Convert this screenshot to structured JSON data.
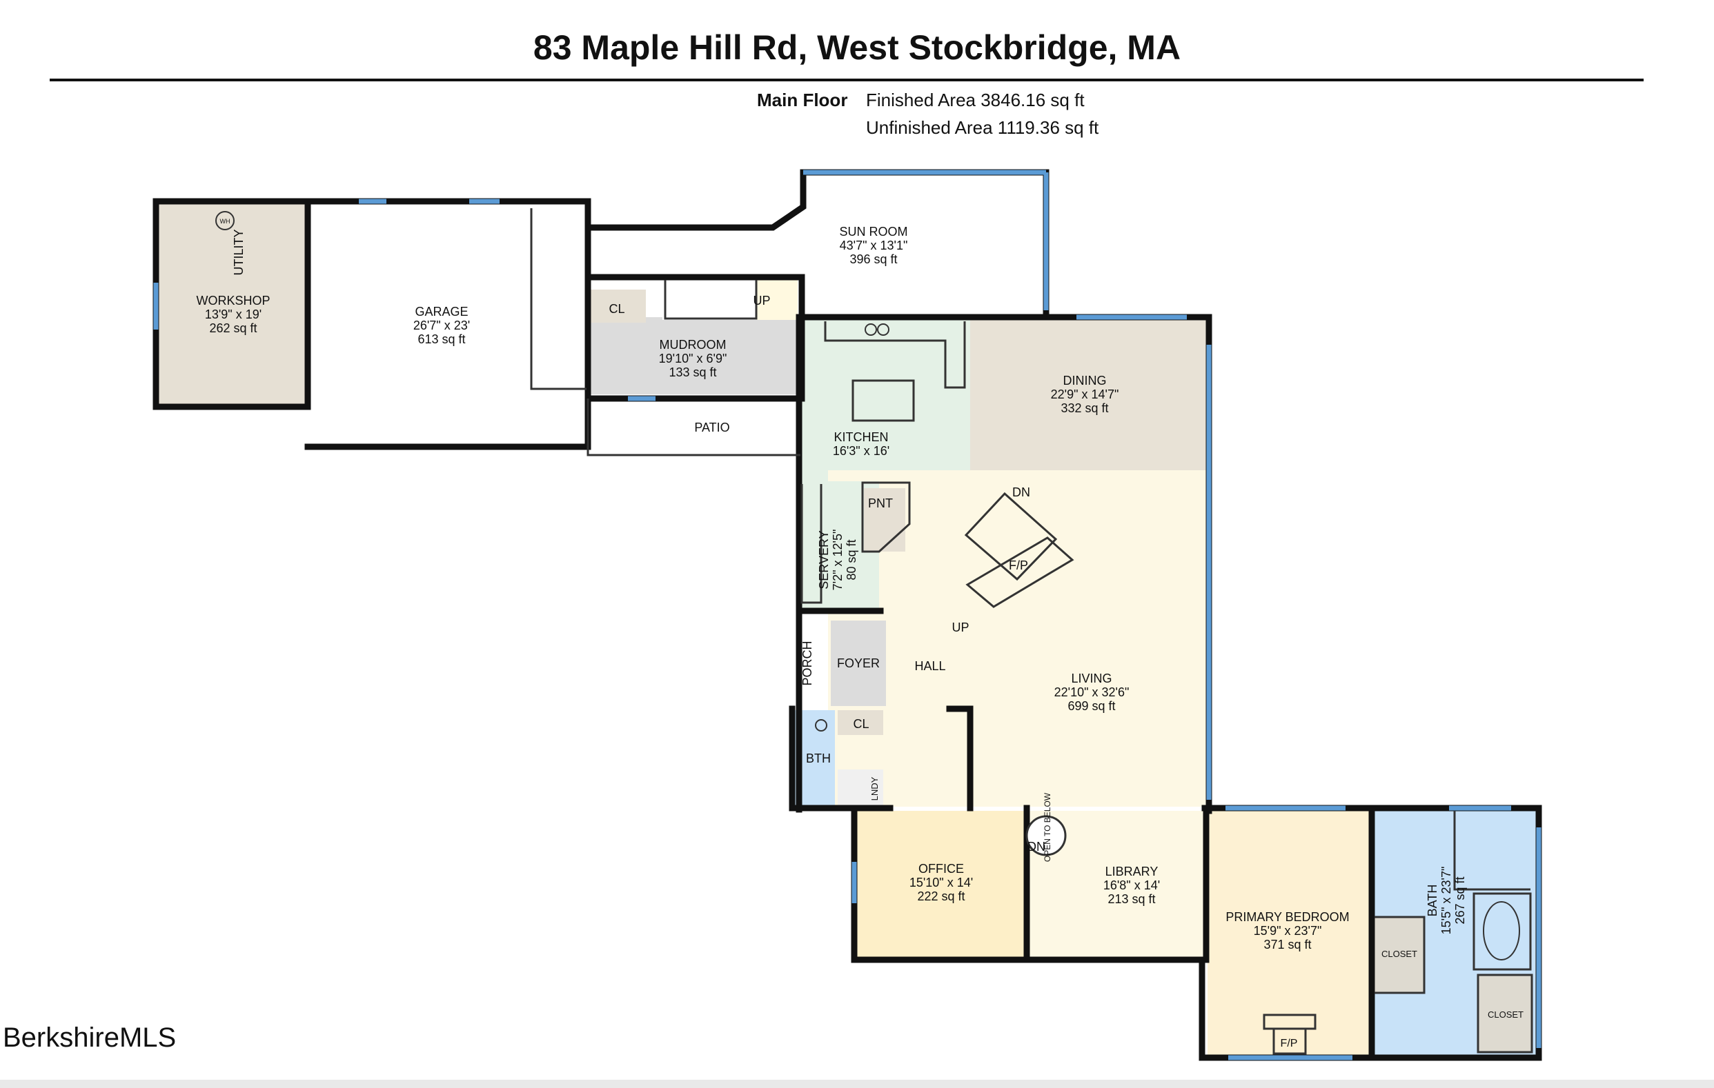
{
  "header": {
    "title": "83 Maple Hill Rd, West Stockbridge, MA"
  },
  "floor_info": {
    "floor_label": "Main Floor",
    "finished_area": "Finished Area 3846.16 sq ft",
    "unfinished_area": "Unfinished Area 1119.36 sq ft"
  },
  "rooms": {
    "workshop": {
      "name": "WORKSHOP",
      "dims": "13'9\" x 19'",
      "area": "262 sq ft"
    },
    "utility": {
      "name": "UTILITY"
    },
    "garage": {
      "name": "GARAGE",
      "dims": "26'7\" x 23'",
      "area": "613 sq ft"
    },
    "sunroom": {
      "name": "SUN ROOM",
      "dims": "43'7\" x 13'1\"",
      "area": "396 sq ft"
    },
    "mudroom": {
      "name": "MUDROOM",
      "dims": "19'10\" x 6'9\"",
      "area": "133 sq ft"
    },
    "patio": {
      "name": "PATIO"
    },
    "kitchen": {
      "name": "KITCHEN",
      "dims": "16'3\" x 16'"
    },
    "dining": {
      "name": "DINING",
      "dims": "22'9\" x 14'7\"",
      "area": "332 sq ft"
    },
    "servery": {
      "name": "SERVERY",
      "dims": "7'2\" x 12'5\"",
      "area": "80 sq ft"
    },
    "pantry": {
      "name": "PNT"
    },
    "porch": {
      "name": "PORCH"
    },
    "foyer": {
      "name": "FOYER"
    },
    "hall": {
      "name": "HALL"
    },
    "living": {
      "name": "LIVING",
      "dims": "22'10\" x 32'6\"",
      "area": "699 sq ft"
    },
    "bath_small": {
      "name": "BTH"
    },
    "closet_hall": {
      "name": "CL"
    },
    "laundry": {
      "name": "LNDY"
    },
    "office": {
      "name": "OFFICE",
      "dims": "15'10\" x 14'",
      "area": "222 sq ft"
    },
    "library": {
      "name": "LIBRARY",
      "dims": "16'8\" x 14'",
      "area": "213 sq ft"
    },
    "primary_bedroom": {
      "name": "PRIMARY BEDROOM",
      "dims": "15'9\" x 23'7\"",
      "area": "371 sq ft"
    },
    "primary_bath": {
      "name": "BATH",
      "dims": "15'5\" x 23'7\"",
      "area": "267 sq ft"
    },
    "closet_a": {
      "name": "CLOSET"
    },
    "closet_b": {
      "name": "CLOSET"
    },
    "closet_mud": {
      "name": "CL"
    }
  },
  "markers": {
    "up_mudroom": "UP",
    "dn_stair": "DN",
    "up_stair": "UP",
    "fireplace_living": "F/P",
    "fireplace_bedroom": "F/P",
    "open_to_below": "OPEN TO BELOW",
    "dn_spiral": "DN",
    "water_heater": "WH"
  },
  "watermark": {
    "text": "BerkshireMLS"
  },
  "colors": {
    "wall": "#111111",
    "window": "#5b9bd5",
    "workshop_fill": "#e6e0d4",
    "mudroom_fill": "#dcdcdc",
    "kitchen_fill": "#e4f1e6",
    "dining_fill": "#e8e2d6",
    "living_fill": "#fdf8e4",
    "office_fill": "#fdefc8",
    "bedroom_fill": "#fdf1d3",
    "bath_fill": "#c8e2f8",
    "closet_fill": "#dedad0"
  }
}
